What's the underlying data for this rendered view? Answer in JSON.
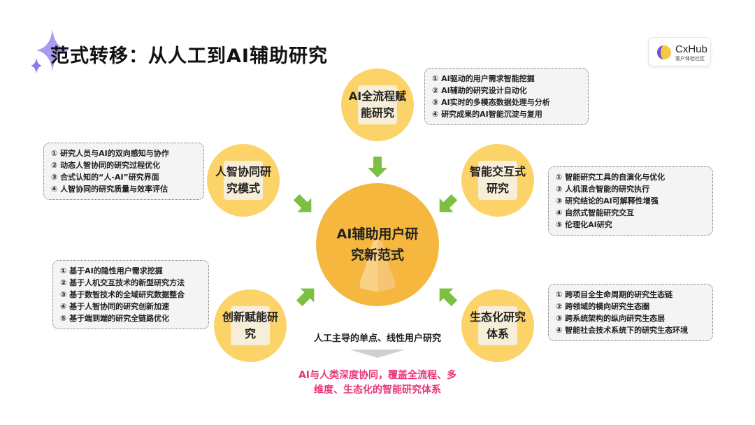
{
  "title": "范式转移：从人工到AI辅助研究",
  "logo": {
    "name": "CxHub",
    "subtitle": "客户体验社区"
  },
  "center": {
    "label": "AI辅助用户研究新范式"
  },
  "nodes": [
    {
      "label": "AI全流程赋能研究",
      "items": [
        "① AI驱动的用户需求智能挖掘",
        "② AI辅助的研究设计自动化",
        "③ AI实时的多模态数据处理与分析",
        "④ 研究成果的AI智能沉淀与复用"
      ]
    },
    {
      "label": "人智协同研究模式",
      "items": [
        "① 研究人员与AI的双向感知与协作",
        "② 动态人智协同的研究过程优化",
        "③ 合式认知的“人-AI”研究界面",
        "④ 人智协同的研究质量与效率评估"
      ]
    },
    {
      "label": "智能交互式研究",
      "items": [
        "① 智能研究工具的自演化与优化",
        "② 人机混合智能的研究执行",
        "③ 研究结论的AI可解释性增强",
        "④ 自然式智能研究交互",
        "⑤ 伦理化AI研究"
      ]
    },
    {
      "label": "创新赋能研究",
      "items": [
        "① 基于AI的隐性用户需求挖掘",
        "② 基于人机交互技术的新型研究方法",
        "③ 基于数智技术的全域研究数据整合",
        "④ 基于人智协同的研究创新加速",
        "⑤ 基于端到端的研究全链路优化"
      ]
    },
    {
      "label": "生态化研究体系",
      "items": [
        "① 跨项目全生命周期的研究生态链",
        "② 跨领域的横向研究生态圈",
        "③ 跨系统架构的纵向研究生态层",
        "④ 智能社会技术系统下的研究生态环境"
      ]
    }
  ],
  "from": "人工主导的单点、线性用户研究",
  "to": "AI与人类深度协同，覆盖全流程、多维度、生态化的智能研究体系",
  "colors": {
    "circle": "#fbd368",
    "center": "#f5b73d",
    "arrow": "#7cc043",
    "pink": "#e8357a"
  }
}
